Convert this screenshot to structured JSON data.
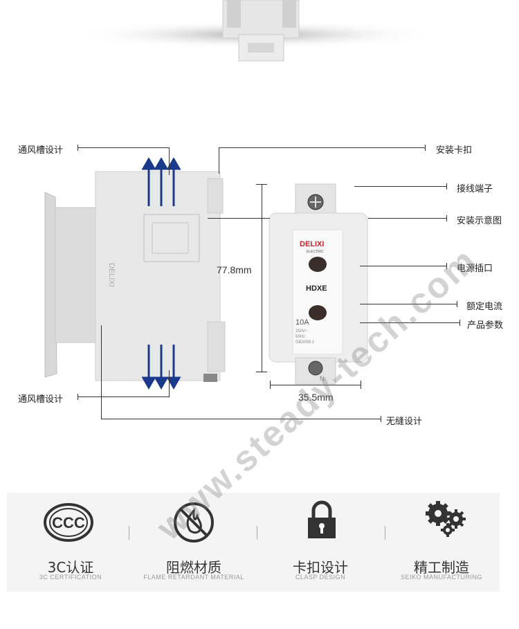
{
  "callouts": {
    "vent_top": "通风槽设计",
    "vent_bottom": "通风槽设计",
    "clasp": "安装卡扣",
    "terminal": "接线端子",
    "install_diagram": "安装示意图",
    "socket": "电源插口",
    "rated_current": "额定电流",
    "params": "产品参数",
    "seamless": "无缝设计"
  },
  "dimensions": {
    "height": "77.8mm",
    "width": "35.5mm"
  },
  "device_face": {
    "brand": "DELIXI",
    "brand_sub": "ELECTRIC",
    "model": "HDXE",
    "current": "10A",
    "spec1": "250V~",
    "spec2": "50Hz",
    "spec3": "GB2099.1",
    "terminal_mark": "N"
  },
  "features": [
    {
      "title": "3C认证",
      "sub": "3C CERTIFICATION",
      "icon": "ccc-icon"
    },
    {
      "title": "阻燃材质",
      "sub": "FLAME RETARDANT MATERIAL",
      "icon": "no-fire-icon"
    },
    {
      "title": "卡扣设计",
      "sub": "CLASP DESIGN",
      "icon": "padlock-icon"
    },
    {
      "title": "精工制造",
      "sub": "SEIKO MANUFACTURING",
      "icon": "gears-icon"
    }
  ],
  "watermark": "www.steady-tech.com",
  "colors": {
    "arrow": "#1c3a8c",
    "bg_panel": "#f4f4f4",
    "device": "#e9e9e9"
  }
}
